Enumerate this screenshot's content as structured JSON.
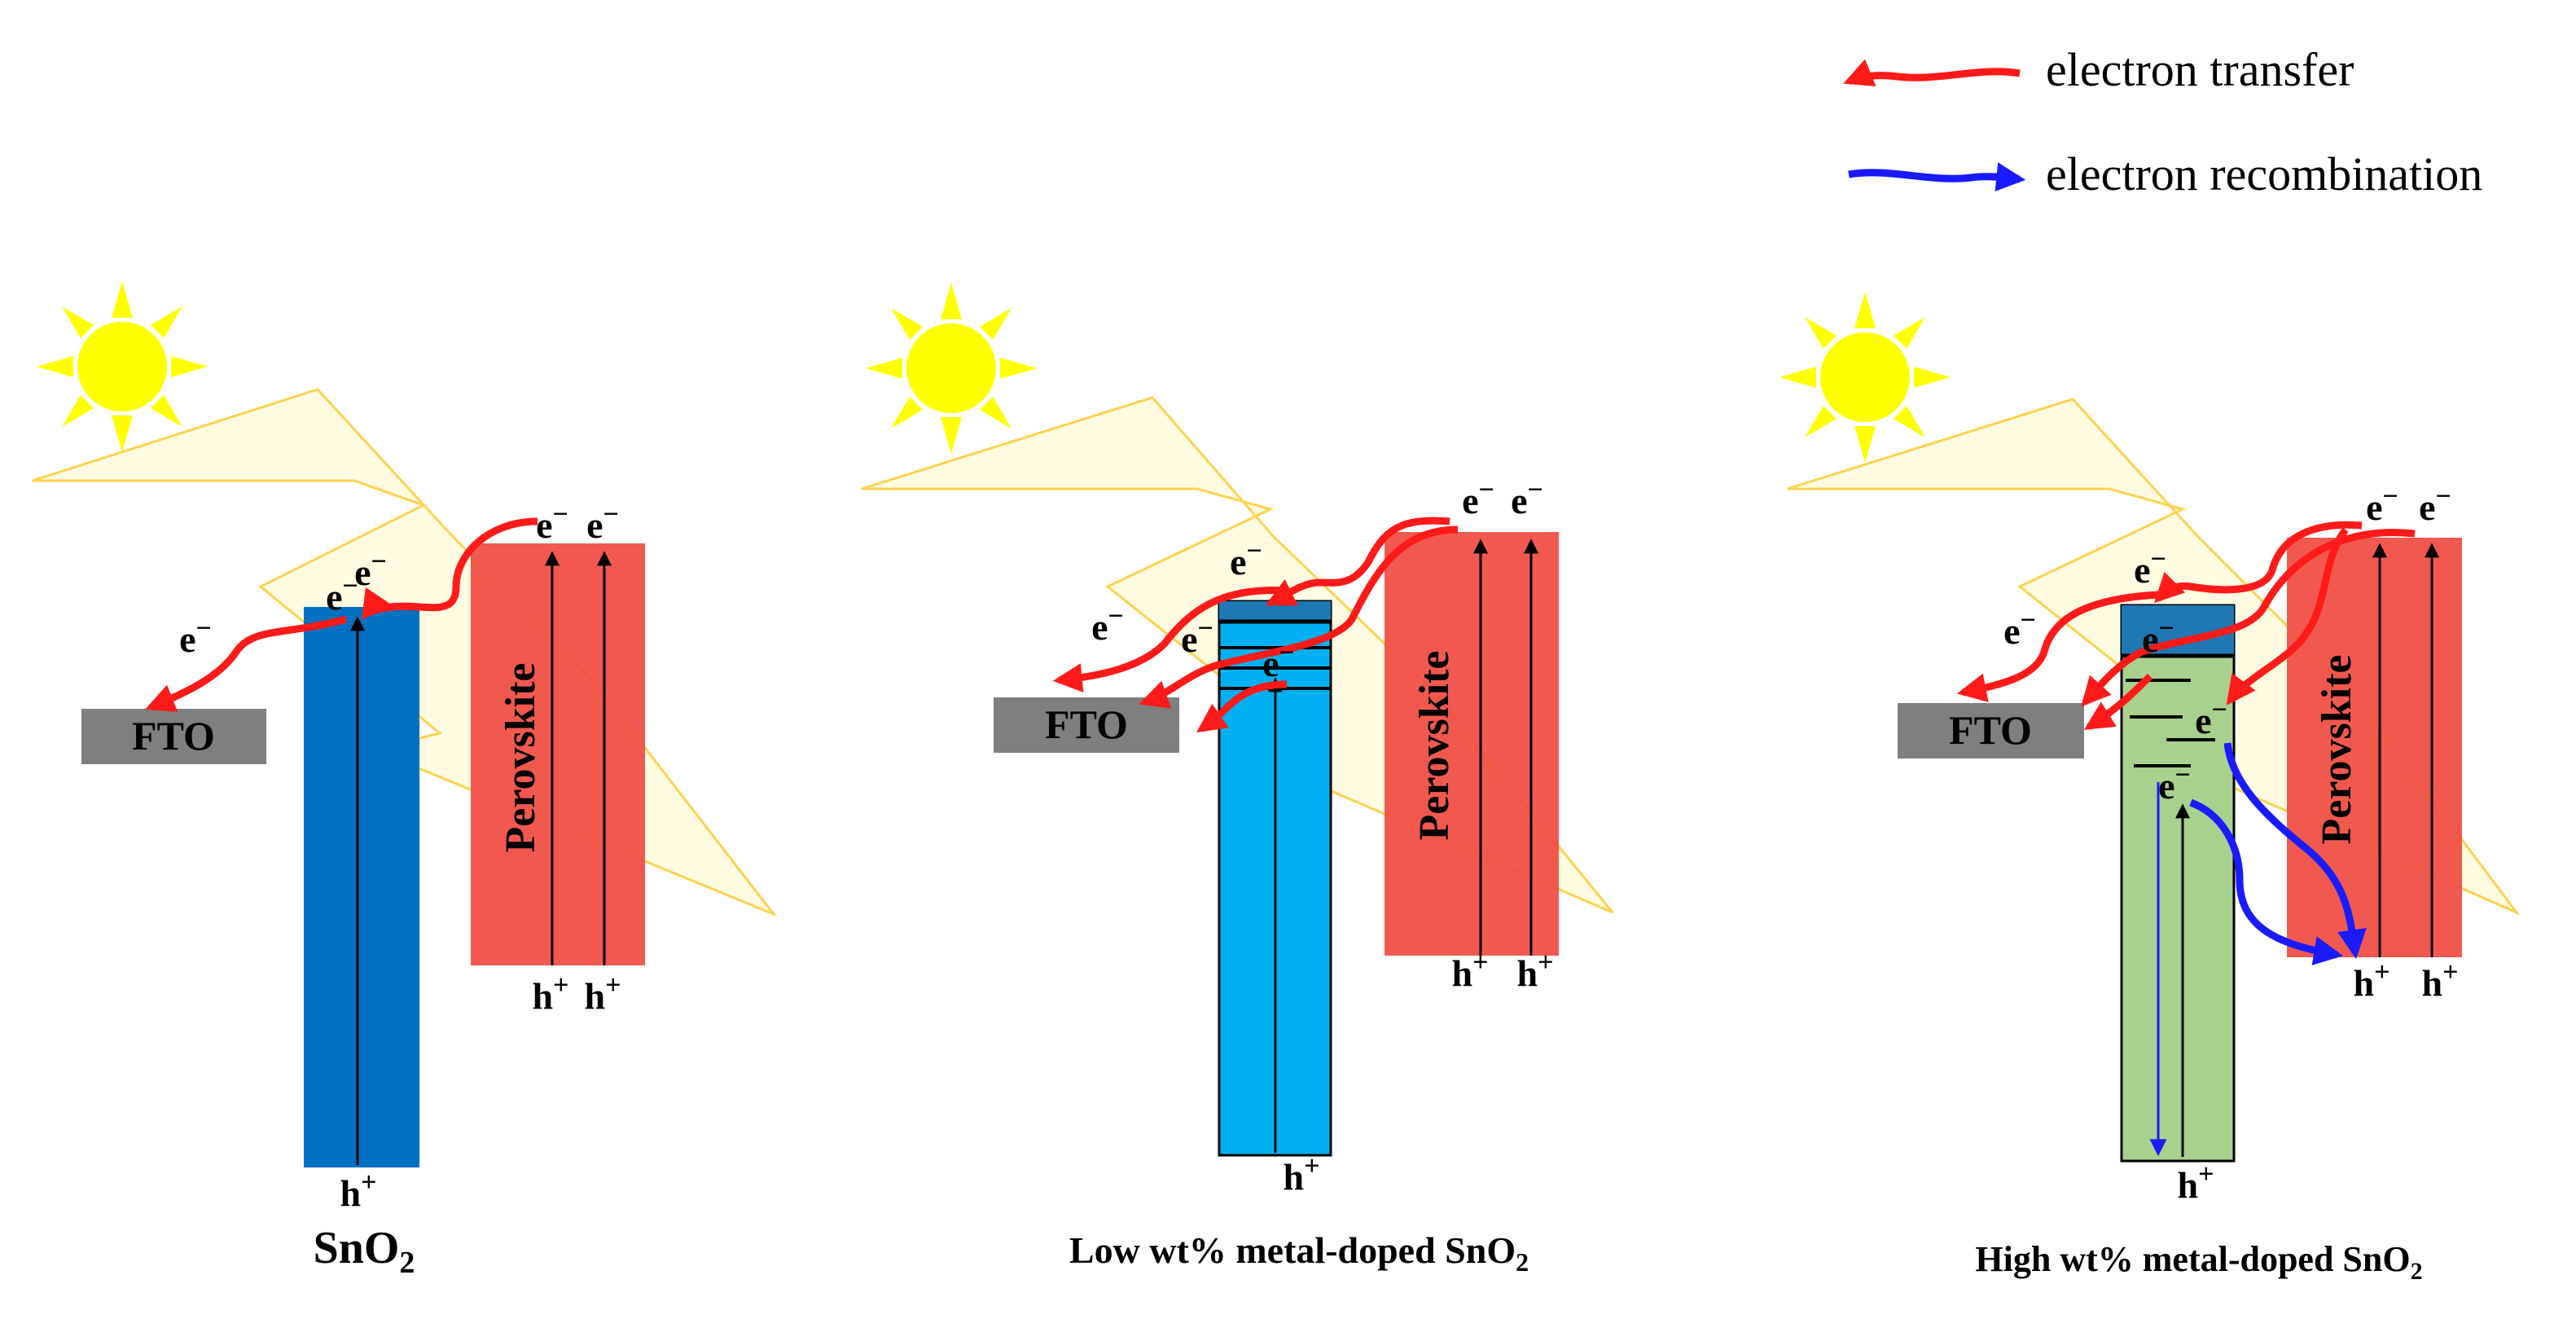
{
  "legend": {
    "transfer_label": "electron transfer",
    "recombination_label": "electron recombination",
    "transfer_color": "#ff1a1a",
    "recombination_color": "#1a1aff"
  },
  "labels": {
    "fto": "FTO",
    "perovskite": "Perovskite",
    "electron": "e",
    "electron_sup": "−",
    "hole": "h",
    "hole_sup": "+"
  },
  "panels": [
    {
      "caption_main": "SnO",
      "caption_sub": "2",
      "sno2_color": "#0070c0"
    },
    {
      "caption_main": "Low wt% metal-doped SnO",
      "caption_sub": "2",
      "sno2_color": "#00b0f0"
    },
    {
      "caption_main": "High wt% metal-doped SnO",
      "caption_sub": "2",
      "sno2_color": "#a9d18e"
    }
  ],
  "colors": {
    "perovskite": "#f04b41",
    "fto": "#7f7f7f",
    "sun": "#ffff00",
    "sun_rays": "#ffff00",
    "light_beam": "#fffbd8",
    "light_beam_stroke": "#ffd24d",
    "sno2_top_band": "#1f77b4"
  }
}
